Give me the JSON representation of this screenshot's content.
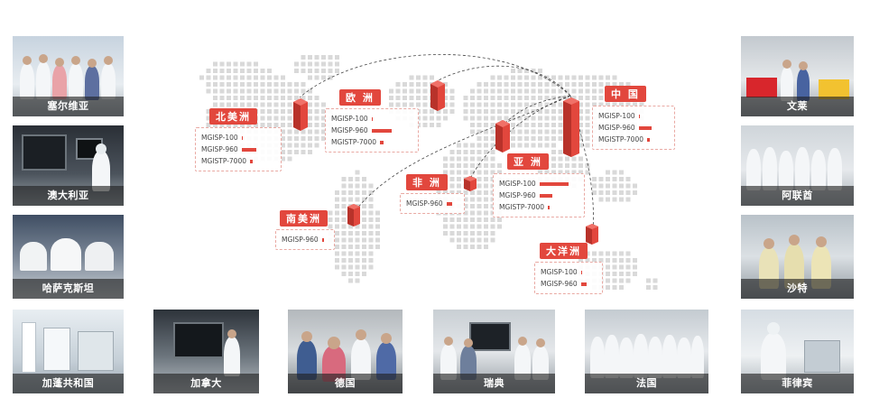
{
  "photos": {
    "left": [
      "塞尔维亚",
      "澳大利亚",
      "哈萨克斯坦",
      "加蓬共和国"
    ],
    "right": [
      "文莱",
      "阿联酋",
      "沙特",
      "菲律宾"
    ],
    "bottom": [
      "加拿大",
      "德国",
      "瑞典",
      "法国"
    ]
  },
  "regions": {
    "north_america": {
      "label": "北美洲",
      "products": [
        {
          "name": "MGISP-100",
          "value": 1
        },
        {
          "name": "MGISP-960",
          "value": 20
        },
        {
          "name": "MGISTP-7000",
          "value": 4
        }
      ]
    },
    "europe": {
      "label": "欧 洲",
      "products": [
        {
          "name": "MGISP-100",
          "value": 2
        },
        {
          "name": "MGISP-960",
          "value": 28
        },
        {
          "name": "MGISTP-7000",
          "value": 5
        }
      ]
    },
    "china": {
      "label": "中 国",
      "products": [
        {
          "name": "MGISP-100",
          "value": 1
        },
        {
          "name": "MGISP-960",
          "value": 18
        },
        {
          "name": "MGISTP-7000",
          "value": 4
        }
      ]
    },
    "africa": {
      "label": "非 洲",
      "products": [
        {
          "name": "MGISP-960",
          "value": 8
        }
      ]
    },
    "asia": {
      "label": "亚 洲",
      "products": [
        {
          "name": "MGISP-100",
          "value": 40
        },
        {
          "name": "MGISP-960",
          "value": 18
        },
        {
          "name": "MGISTP-7000",
          "value": 2
        }
      ]
    },
    "south_america": {
      "label": "南美洲",
      "products": [
        {
          "name": "MGISP-960",
          "value": 3
        }
      ]
    },
    "oceania": {
      "label": "大洋洲",
      "products": [
        {
          "name": "MGISP-100",
          "value": 1
        },
        {
          "name": "MGISP-960",
          "value": 8
        }
      ]
    }
  },
  "colors": {
    "accent": "#e2473d",
    "bar": "#e2473d",
    "map_dot": "#d9d9d9"
  }
}
